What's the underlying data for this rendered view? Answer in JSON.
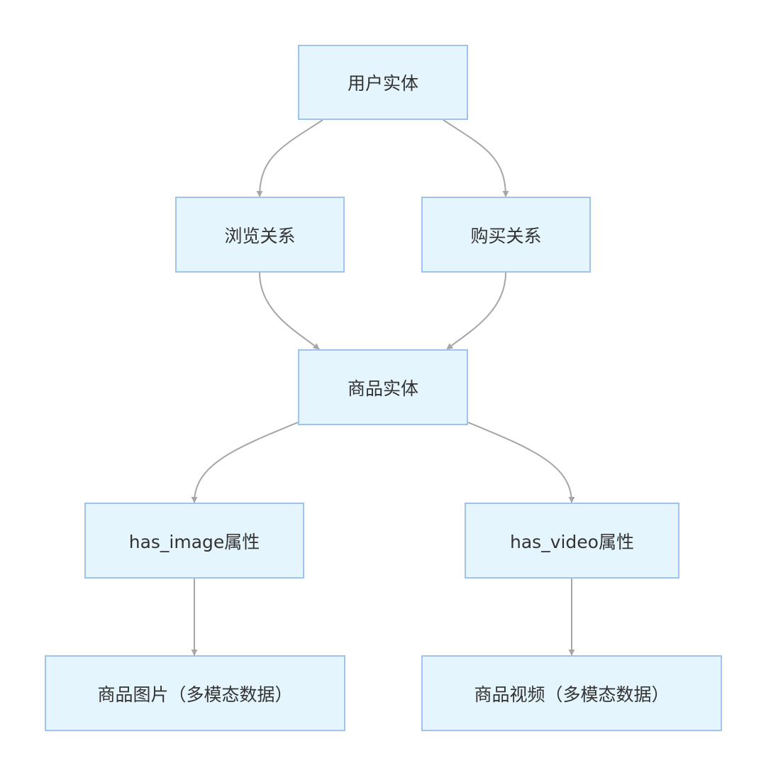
{
  "nodes": {
    "user": "用户实体",
    "browse": "浏览关系",
    "buy": "购买关系",
    "product": "商品实体",
    "has_image": "has_image属性",
    "has_video": "has_video属性",
    "image": "商品图片（多模态数据）",
    "video": "商品视频（多模态数据）"
  },
  "colors": {
    "node_fill": "#e5f5fd",
    "node_border": "#9ec4ee",
    "edge": "#a6a6a6",
    "text": "#333333"
  },
  "edges": [
    {
      "from": "user",
      "to": "browse"
    },
    {
      "from": "user",
      "to": "buy"
    },
    {
      "from": "browse",
      "to": "product"
    },
    {
      "from": "buy",
      "to": "product"
    },
    {
      "from": "product",
      "to": "has_image"
    },
    {
      "from": "product",
      "to": "has_video"
    },
    {
      "from": "has_image",
      "to": "image"
    },
    {
      "from": "has_video",
      "to": "video"
    }
  ]
}
